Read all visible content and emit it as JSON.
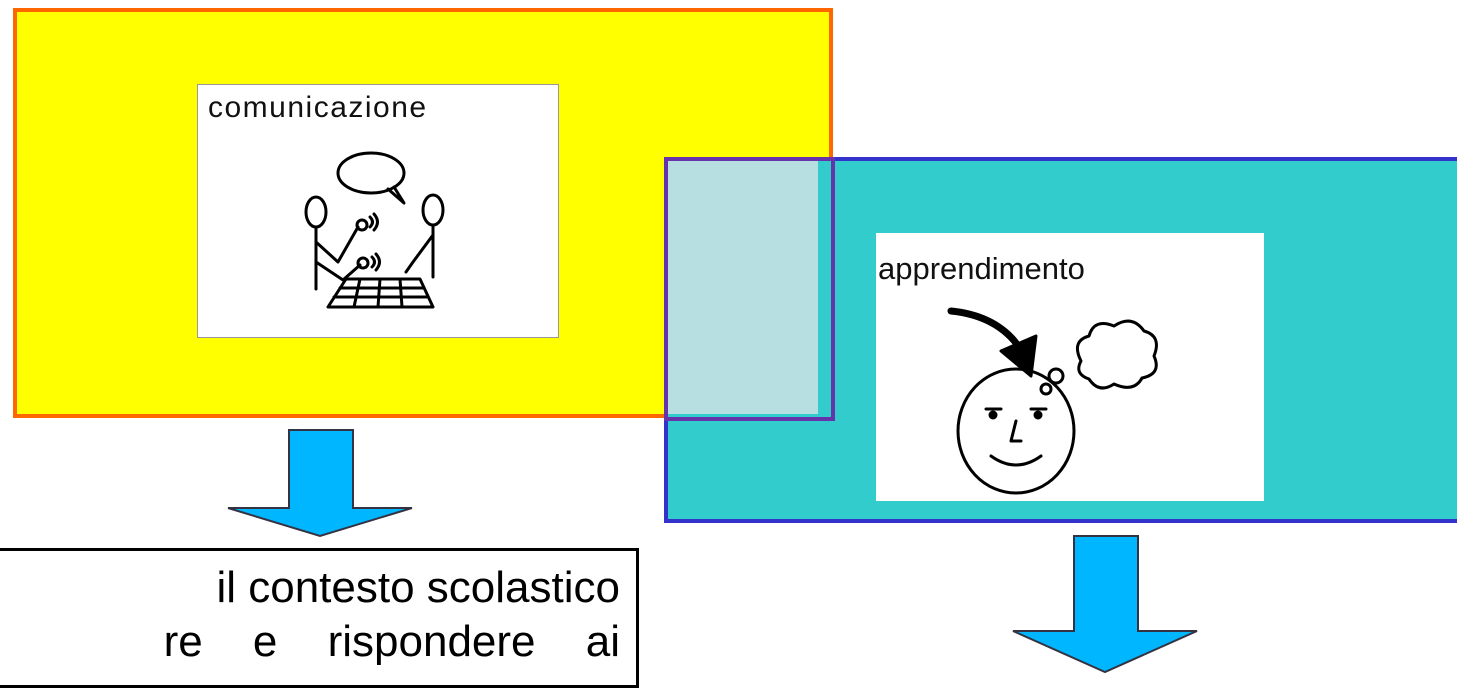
{
  "cards": {
    "comunicazione": {
      "label": "comunicazione",
      "icon": "communication-icon"
    },
    "apprendimento": {
      "label": "apprendimento",
      "icon": "learning-head-icon"
    }
  },
  "arrows": [
    {
      "icon": "down-arrow-icon",
      "color": "#00b7ff"
    },
    {
      "icon": "down-arrow-icon",
      "color": "#00b7ff"
    }
  ],
  "textbox": {
    "line1": "il contesto scolastico",
    "line2": "re e rispondere ai"
  },
  "colors": {
    "yellow_fill": "#ffff00",
    "yellow_border": "#ff6600",
    "cyan_fill": "#33cccc",
    "cyan_border": "#3333cc",
    "overlap_fill": "#b7dfe1",
    "overlap_border": "#6633aa",
    "arrow_fill": "#00b7ff"
  }
}
